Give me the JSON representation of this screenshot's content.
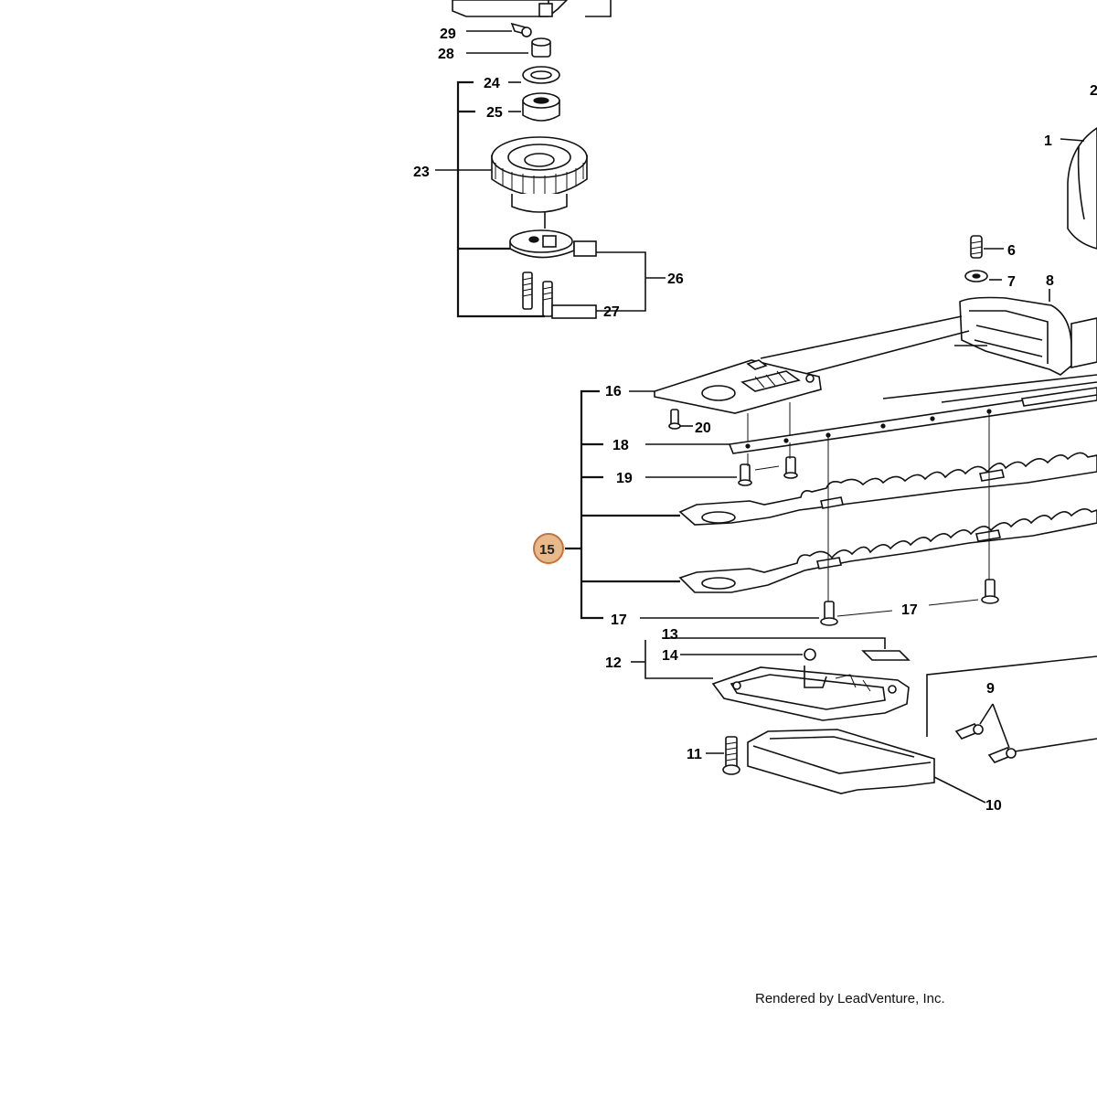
{
  "callouts": {
    "c29": "29",
    "c28": "28",
    "c24": "24",
    "c25": "25",
    "c23": "23",
    "c26": "26",
    "c27": "27",
    "c2": "2",
    "c1": "1",
    "c6": "6",
    "c7": "7",
    "c8": "8",
    "c16": "16",
    "c20": "20",
    "c18": "18",
    "c19": "19",
    "c15": "15",
    "c17a": "17",
    "c17b": "17",
    "c13": "13",
    "c14": "14",
    "c12": "12",
    "c9": "9",
    "c11": "11",
    "c10": "10"
  },
  "footer": "Rendered by LeadVenture, Inc.",
  "colors": {
    "highlight_fill": "#e8b98a",
    "highlight_stroke": "#c4733a"
  }
}
